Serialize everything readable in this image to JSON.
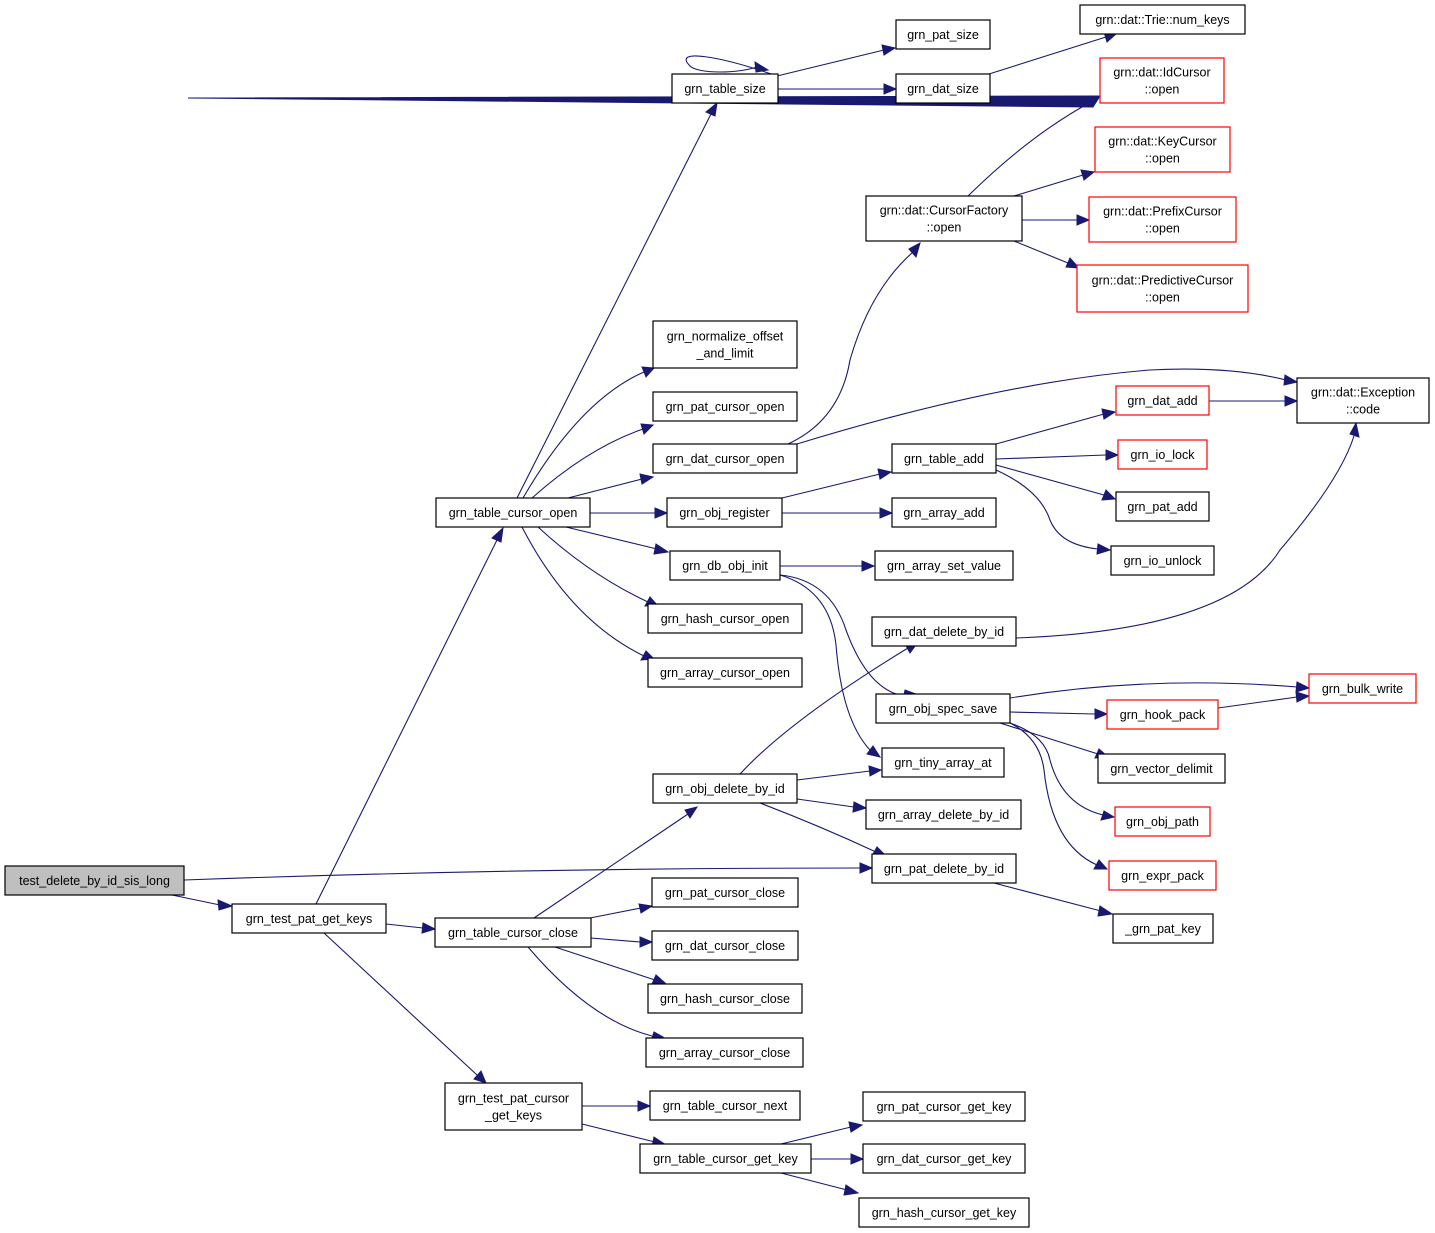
{
  "nodes": {
    "test_delete_by_id_sis_long": [
      "test_delete_by_id_sis_long"
    ],
    "grn_test_pat_get_keys": [
      "grn_test_pat_get_keys"
    ],
    "grn_table_cursor_open": [
      "grn_table_cursor_open"
    ],
    "grn_table_cursor_close": [
      "grn_table_cursor_close"
    ],
    "grn_test_pat_cursor_get_keys": [
      "grn_test_pat_cursor",
      "_get_keys"
    ],
    "grn_table_size": [
      "grn_table_size"
    ],
    "grn_normalize_offset_and_limit": [
      "grn_normalize_offset",
      "_and_limit"
    ],
    "grn_pat_cursor_open": [
      "grn_pat_cursor_open"
    ],
    "grn_dat_cursor_open": [
      "grn_dat_cursor_open"
    ],
    "grn_obj_register": [
      "grn_obj_register"
    ],
    "grn_db_obj_init": [
      "grn_db_obj_init"
    ],
    "grn_hash_cursor_open": [
      "grn_hash_cursor_open"
    ],
    "grn_array_cursor_open": [
      "grn_array_cursor_open"
    ],
    "grn_obj_delete_by_id": [
      "grn_obj_delete_by_id"
    ],
    "grn_pat_cursor_close": [
      "grn_pat_cursor_close"
    ],
    "grn_dat_cursor_close": [
      "grn_dat_cursor_close"
    ],
    "grn_hash_cursor_close": [
      "grn_hash_cursor_close"
    ],
    "grn_array_cursor_close": [
      "grn_array_cursor_close"
    ],
    "grn_table_cursor_next": [
      "grn_table_cursor_next"
    ],
    "grn_table_cursor_get_key": [
      "grn_table_cursor_get_key"
    ],
    "grn_pat_size": [
      "grn_pat_size"
    ],
    "grn_dat_size": [
      "grn_dat_size"
    ],
    "grn_dat_CursorFactory_open": [
      "grn::dat::CursorFactory",
      "::open"
    ],
    "grn_table_add": [
      "grn_table_add"
    ],
    "grn_array_add": [
      "grn_array_add"
    ],
    "grn_array_set_value": [
      "grn_array_set_value"
    ],
    "grn_dat_delete_by_id": [
      "grn_dat_delete_by_id"
    ],
    "grn_obj_spec_save": [
      "grn_obj_spec_save"
    ],
    "grn_tiny_array_at": [
      "grn_tiny_array_at"
    ],
    "grn_array_delete_by_id": [
      "grn_array_delete_by_id"
    ],
    "grn_pat_delete_by_id": [
      "grn_pat_delete_by_id"
    ],
    "grn_pat_cursor_get_key": [
      "grn_pat_cursor_get_key"
    ],
    "grn_dat_cursor_get_key": [
      "grn_dat_cursor_get_key"
    ],
    "grn_hash_cursor_get_key": [
      "grn_hash_cursor_get_key"
    ],
    "grn_dat_Trie_num_keys": [
      "grn::dat::Trie::num_keys"
    ],
    "grn_dat_IdCursor_open": [
      "grn::dat::IdCursor",
      "::open"
    ],
    "grn_dat_KeyCursor_open": [
      "grn::dat::KeyCursor",
      "::open"
    ],
    "grn_dat_PrefixCursor_open": [
      "grn::dat::PrefixCursor",
      "::open"
    ],
    "grn_dat_PredictiveCursor_open": [
      "grn::dat::PredictiveCursor",
      "::open"
    ],
    "grn_dat_add": [
      "grn_dat_add"
    ],
    "grn_io_lock": [
      "grn_io_lock"
    ],
    "grn_pat_add": [
      "grn_pat_add"
    ],
    "grn_io_unlock": [
      "grn_io_unlock"
    ],
    "grn_hook_pack": [
      "grn_hook_pack"
    ],
    "grn_vector_delimit": [
      "grn_vector_delimit"
    ],
    "grn_obj_path": [
      "grn_obj_path"
    ],
    "grn_expr_pack": [
      "grn_expr_pack"
    ],
    "_grn_pat_key": [
      "_grn_pat_key"
    ],
    "grn_dat_Exception_code": [
      "grn::dat::Exception",
      "::code"
    ],
    "grn_bulk_write": [
      "grn_bulk_write"
    ]
  },
  "colors": {
    "edge": "#191970",
    "node_border": "#000000",
    "node_border_incomplete": "#ff0000",
    "root_fill": "#bfbfbf"
  }
}
